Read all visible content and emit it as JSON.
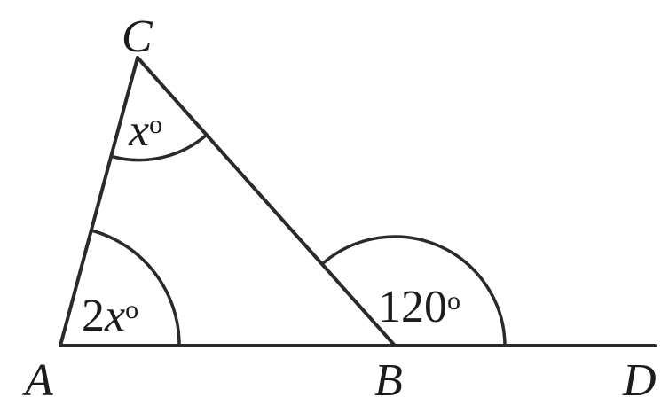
{
  "vertices": {
    "A": "A",
    "B": "B",
    "C": "C",
    "D": "D"
  },
  "angles": {
    "at_A": {
      "coef": "2",
      "var": "x",
      "deg": "o"
    },
    "at_C": {
      "var": "x",
      "deg": "o"
    },
    "exterior_B": {
      "value": "120",
      "deg": "o"
    }
  },
  "colors": {
    "stroke": "#2a2a2a",
    "text": "#1c1c1c",
    "background": "#ffffff"
  }
}
